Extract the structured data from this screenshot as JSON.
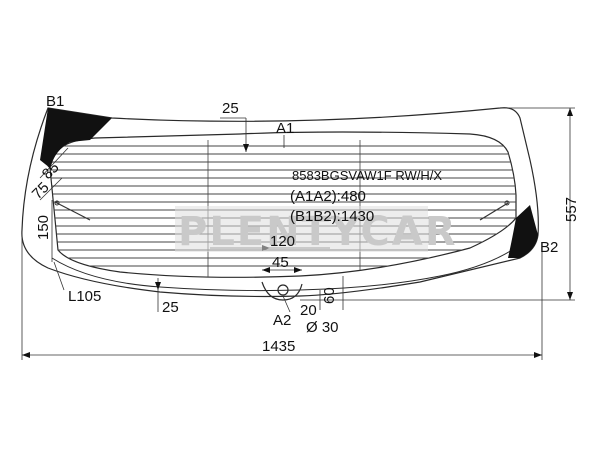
{
  "part_code": "8583BGSVAW1F RW/H/X",
  "a1a2": "(A1A2):480",
  "b1b2": "(B1B2):1430",
  "watermark": "PLENTYCAR",
  "labels": {
    "b1": "B1",
    "b2": "B2",
    "a1": "A1",
    "a2": "A2",
    "l105": "L105"
  },
  "dimensions": {
    "top_25": "25",
    "d85": "85",
    "d75": "75",
    "d150": "150",
    "d120": "120",
    "d45": "45",
    "d60": "60",
    "d20": "20",
    "diameter": "Ø 30",
    "bottom_25": "25",
    "height_557": "557",
    "width_1435": "1435"
  },
  "colors": {
    "line": "#2a2a2a",
    "fill_dark": "#111111",
    "watermark": "#c8c8c8"
  }
}
